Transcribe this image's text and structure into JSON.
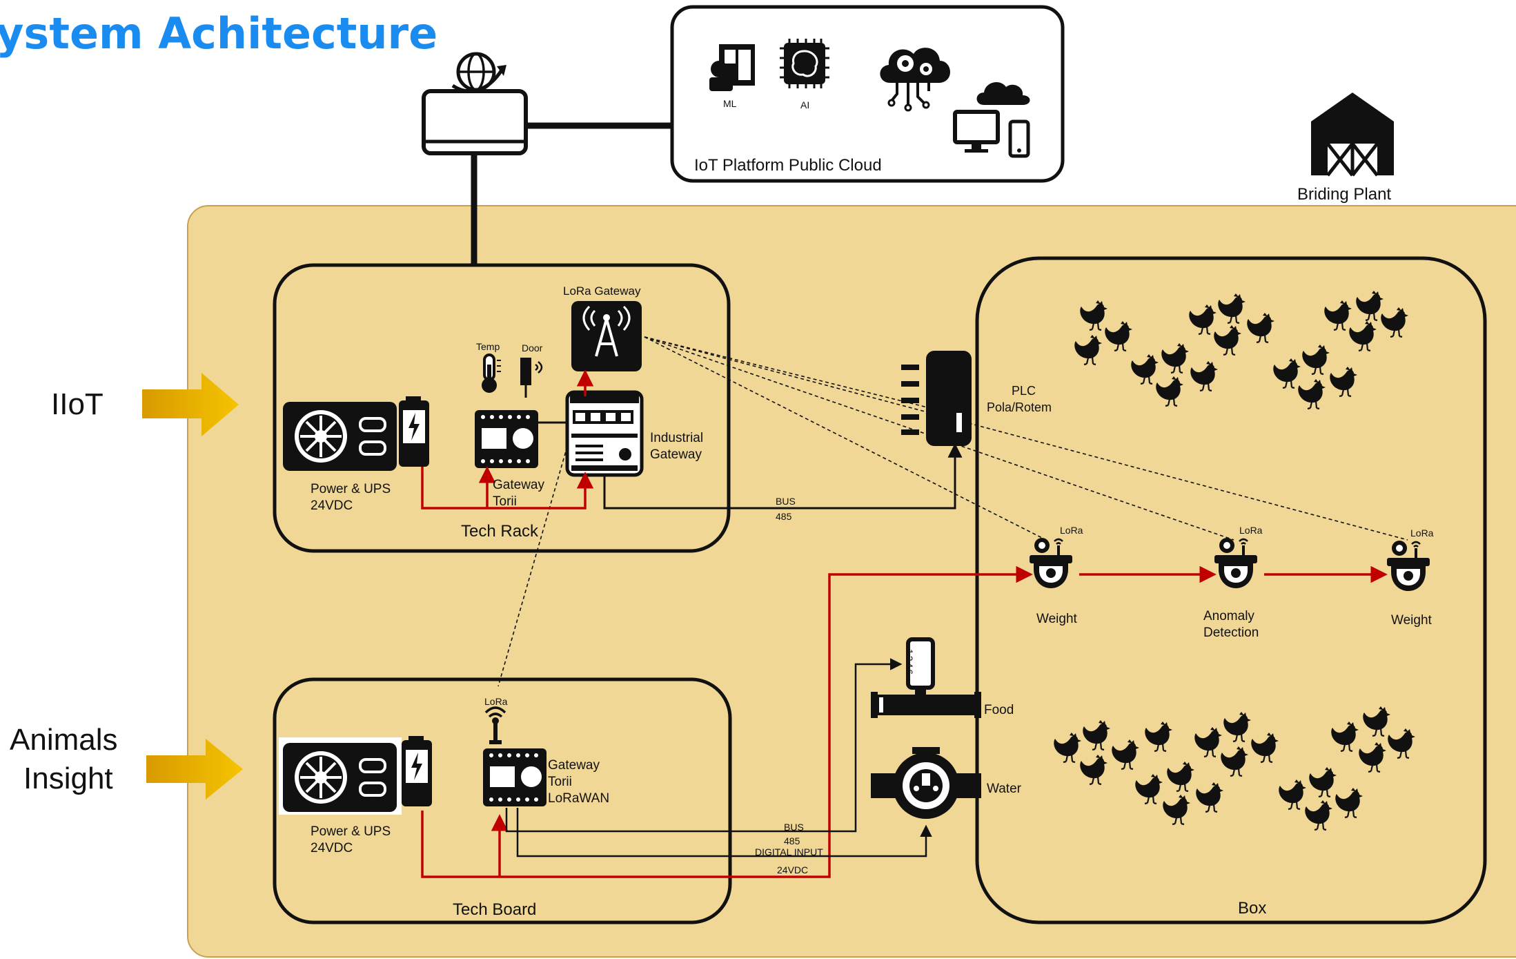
{
  "title": "ystem Achitecture",
  "side_labels": {
    "iiot": "IIoT",
    "animals_line1": "Animals",
    "animals_line2": "Insight"
  },
  "cloud": {
    "label": "IoT Platform Public Cloud",
    "ml": "ML",
    "ai": "AI"
  },
  "www": "WWW",
  "plant": {
    "label": "Briding Plant"
  },
  "tech_rack": {
    "label": "Tech Rack",
    "lora_gateway": "LoRa Gateway",
    "temp": "Temp",
    "door": "Door",
    "power_line1": "Power & UPS",
    "power_line2": "24VDC",
    "gateway_line1": "Gateway",
    "gateway_line2": "Torii",
    "industrial_line1": "Industrial",
    "industrial_line2": "Gateway",
    "bus_line1": "BUS",
    "bus_line2": "485"
  },
  "plc": {
    "line1": "PLC",
    "line2": "Pola/Rotem"
  },
  "tech_board": {
    "label": "Tech Board",
    "lora": "LoRa",
    "power_line1": "Power & UPS",
    "power_line2": "24VDC",
    "gateway_line1": "Gateway",
    "gateway_line2": "Torii",
    "gateway_line3": "LoRaWAN",
    "bus_line1": "BUS",
    "bus_line2": "485",
    "digital_input": "DIGITAL INPUT",
    "vdc": "24VDC"
  },
  "box": {
    "label": "Box",
    "sensor1": "Weight",
    "sensor2_line1": "Anomaly",
    "sensor2_line2": "Detection",
    "sensor3": "Weight",
    "lora": "LoRa",
    "food": "Food",
    "water": "Water",
    "meter_digits": "1246"
  },
  "colors": {
    "area_fill": "#f0d795",
    "area_stroke": "#c8a050",
    "power_line": "#c00000",
    "arrow": "#f0b800",
    "title": "#1a8cf0"
  }
}
